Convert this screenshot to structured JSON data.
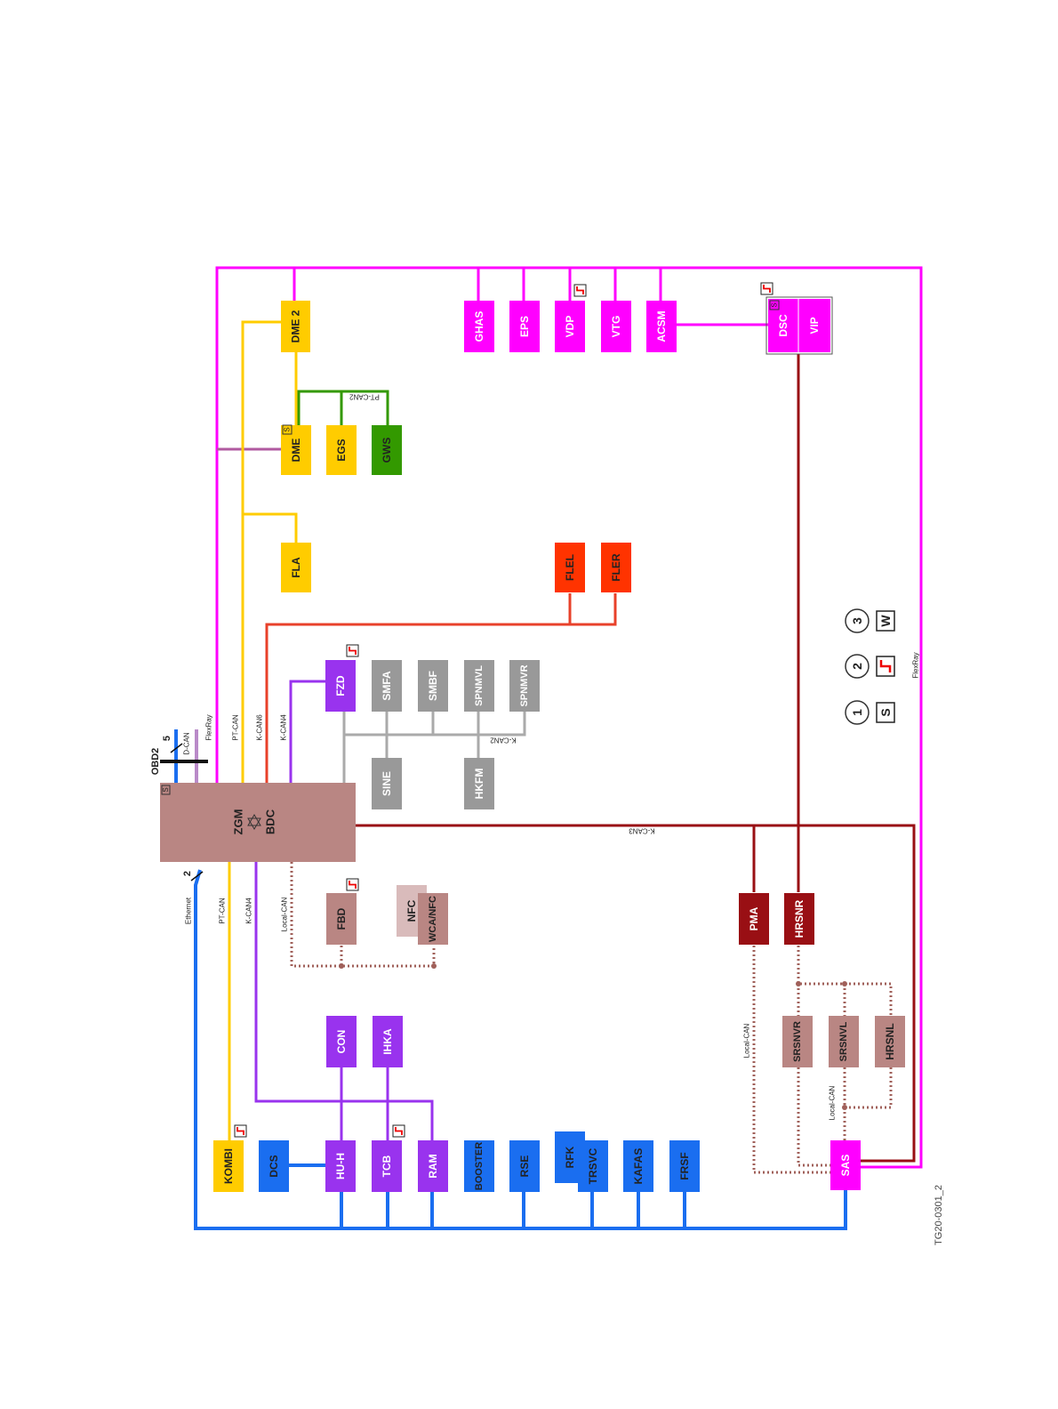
{
  "colors": {
    "flexray": "#ff00ff",
    "ptcan": "#ffcc00",
    "kcan6": "#e8412a",
    "kcan4": "#9933ee",
    "kcan2": "#999999",
    "kcan3": "#990f14",
    "ethernet": "#1a6ef0",
    "dcan": "#1a6ef0",
    "localcan": "#a0605a",
    "ptcan2": "#339900",
    "gateway": "#b98683"
  },
  "gateway": {
    "label1": "ZGM",
    "label2": "BDC",
    "s_mark": "S",
    "star_icon": "star-of-david"
  },
  "obd": {
    "label": "OBD2",
    "pin5": "5",
    "pin2": "2"
  },
  "bus_labels": {
    "dcan": "D-CAN",
    "flexray": "FlexRay",
    "ptcan": "PT-CAN",
    "kcan6": "K-CAN6",
    "kcan4_top": "K-CAN4",
    "ethernet": "Ethernet",
    "ptcan_bottom": "PT-CAN",
    "kcan4_bottom": "K-CAN4",
    "localcan_fbd": "Local-CAN",
    "ptcan2": "PT-CAN2",
    "kcan2": "K-CAN2",
    "kcan3": "K-CAN3",
    "localcan_pma": "Local-CAN",
    "localcan_sas": "Local-CAN",
    "flexray_right": "FlexRay"
  },
  "ecus": {
    "dme2": "DME 2",
    "dme": "DME",
    "egs": "EGS",
    "gws": "GWS",
    "fla": "FLA",
    "ghas": "GHAS",
    "eps": "EPS",
    "vdp": "VDP",
    "vtg": "VTG",
    "acsm": "ACSM",
    "dsc": "DSC",
    "vip": "VIP",
    "flel": "FLEL",
    "fler": "FLER",
    "fzd": "FZD",
    "smfa": "SMFA",
    "smbf": "SMBF",
    "spnmvl": "SPNMVL",
    "spnmvr": "SPNMVR",
    "sine": "SINE",
    "hkfm": "HKFM",
    "fbd": "FBD",
    "nfc": "NFC",
    "wcanfc": "WCA/NFC",
    "pma": "PMA",
    "hrsnr": "HRSNR",
    "srsnvr": "SRSNVR",
    "srsnvl": "SRSNVL",
    "hrsnl": "HRSNL",
    "con": "CON",
    "ihka": "IHKA",
    "kombi": "KOMBI",
    "dcs": "DCS",
    "huh": "HU-H",
    "tcb": "TCB",
    "ram": "RAM",
    "booster": "BOOSTER",
    "rse": "RSE",
    "rfk": "RFK",
    "trsvc": "TRSVC",
    "kafas": "KAFAS",
    "frsf": "FRSF",
    "sas": "SAS"
  },
  "marks": {
    "s": "S",
    "w": "W"
  },
  "legend": [
    {
      "num": "1",
      "symbol": "S"
    },
    {
      "num": "2",
      "symbol": "wake-up-pulse"
    },
    {
      "num": "3",
      "symbol": "W"
    }
  ],
  "figure_id": "TG20-0301_2"
}
